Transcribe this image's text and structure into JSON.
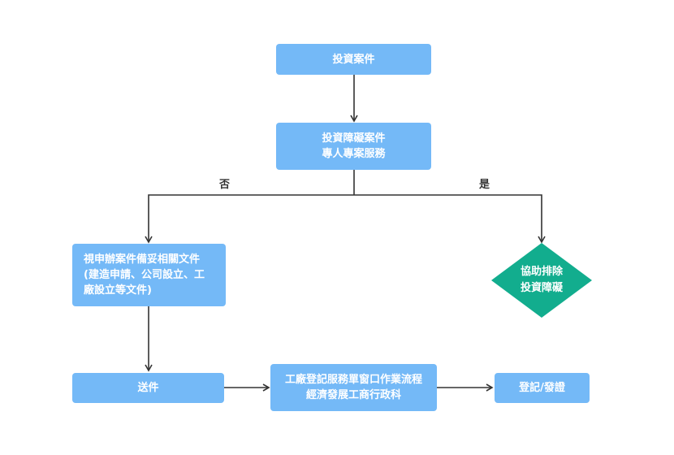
{
  "nodes": {
    "investment_case": {
      "text": "投資案件"
    },
    "barrier_case": {
      "line1": "投資障礙案件",
      "line2": "專人專案服務"
    },
    "prepare_docs": {
      "line1": "視申辦案件備妥相關文件",
      "line2": "(建造申請、公司設立、工",
      "line3": "廠設立等文件)"
    },
    "assist": {
      "line1": "協助排除",
      "line2": "投資障礙"
    },
    "submit": {
      "text": "送件"
    },
    "factory_window": {
      "line1": "工廠登記服務單窗口作業流程",
      "line2": "經濟發展工商行政科"
    },
    "registration": {
      "text": "登記/發證"
    }
  },
  "edges": {
    "no_label": "否",
    "yes_label": "是"
  },
  "colors": {
    "box": "#74b9f7",
    "diamond": "#12ad8e",
    "connector": "#333333"
  }
}
